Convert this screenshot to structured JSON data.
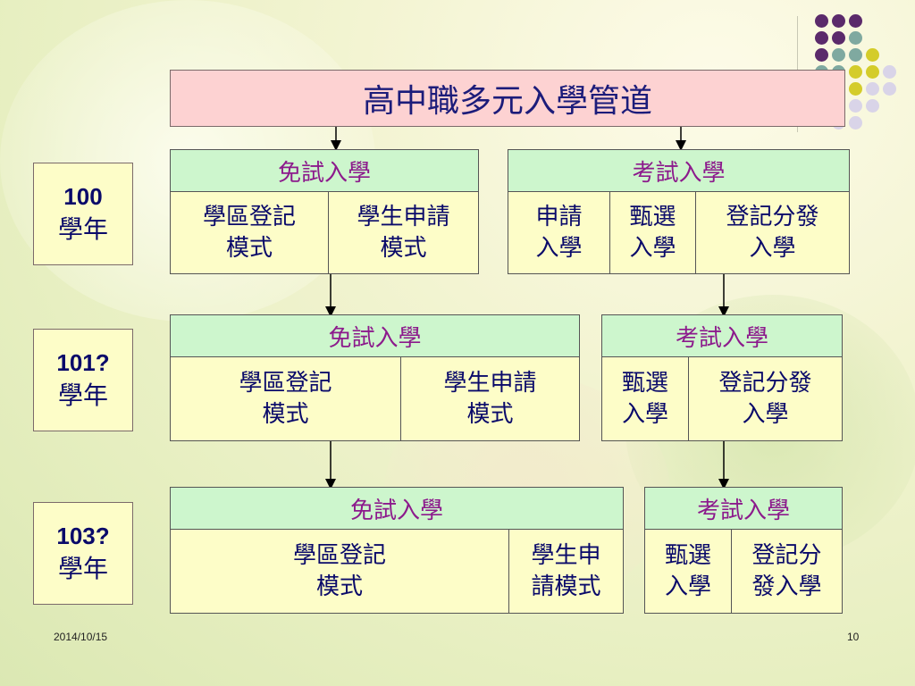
{
  "title": "高中職多元入學管道",
  "rows": [
    {
      "year": [
        "100",
        "學年"
      ],
      "free": {
        "header": "免試入學",
        "cells": [
          [
            "學區登記",
            "模式"
          ],
          [
            "學生申請",
            "模式"
          ]
        ]
      },
      "exam": {
        "header": "考試入學",
        "cells": [
          [
            "申請",
            "入學"
          ],
          [
            "甄選",
            "入學"
          ],
          [
            "登記分發",
            "入學"
          ]
        ]
      }
    },
    {
      "year": [
        "101?",
        "學年"
      ],
      "free": {
        "header": "免試入學",
        "cells": [
          [
            "學區登記",
            "模式"
          ],
          [
            "學生申請",
            "模式"
          ]
        ]
      },
      "exam": {
        "header": "考試入學",
        "cells": [
          [
            "甄選",
            "入學"
          ],
          [
            "登記分發",
            "入學"
          ]
        ]
      }
    },
    {
      "year": [
        "103?",
        "學年"
      ],
      "free": {
        "header": "免試入學",
        "cells": [
          [
            "學區登記",
            "模式"
          ],
          [
            "學生申",
            "請模式"
          ]
        ]
      },
      "exam": {
        "header": "考試入學",
        "cells": [
          [
            "甄選",
            "入學"
          ],
          [
            "登記分",
            "發入學"
          ]
        ]
      }
    }
  ],
  "footer": {
    "date": "2014/10/15",
    "page": "10"
  },
  "colors": {
    "title_bg": "#fdd2d2",
    "header_bg": "#cdf6cd",
    "body_bg": "#fdfdc8",
    "header_text": "#8c1a8c",
    "body_text": "#0a0a6a",
    "dot_purple": "#5b2a6b",
    "dot_teal": "#7fa9a0",
    "dot_yellow": "#d4cc2a",
    "dot_lavender": "#d9d4e8"
  }
}
